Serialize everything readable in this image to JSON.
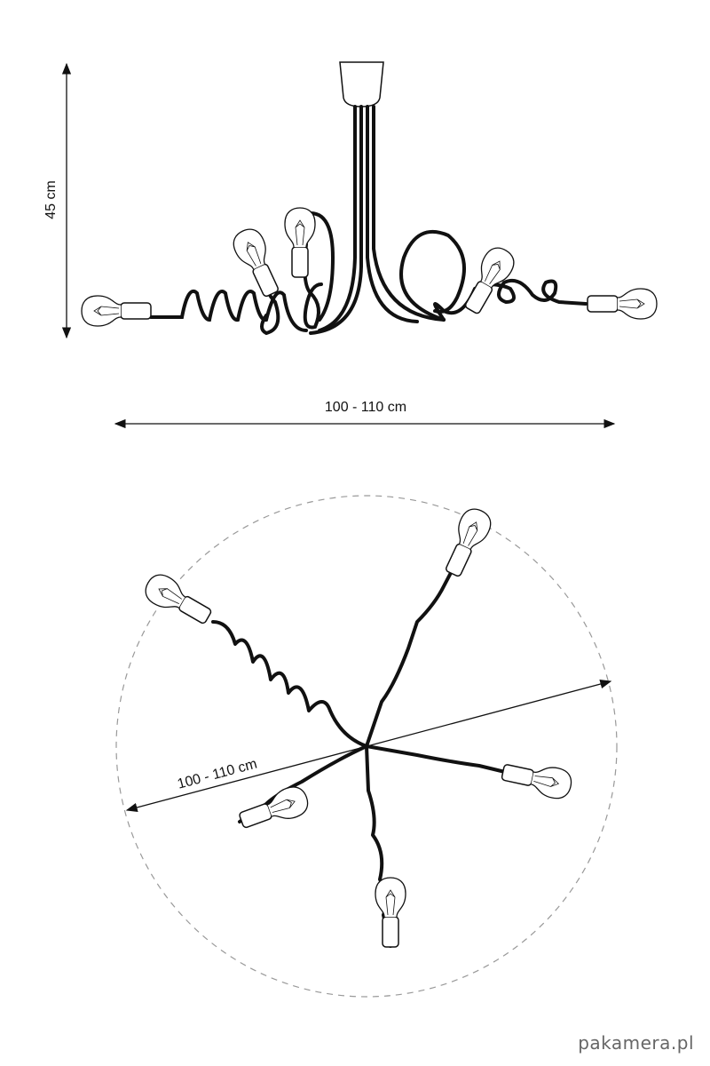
{
  "side_view": {
    "height_label": "45 cm",
    "width_label": "100 - 110 cm"
  },
  "top_view": {
    "diameter_label": "100 - 110 cm"
  },
  "watermark": "pakamera.pl",
  "colors": {
    "line": "#111111",
    "dashed_circle": "#999999",
    "watermark": "#666666"
  }
}
